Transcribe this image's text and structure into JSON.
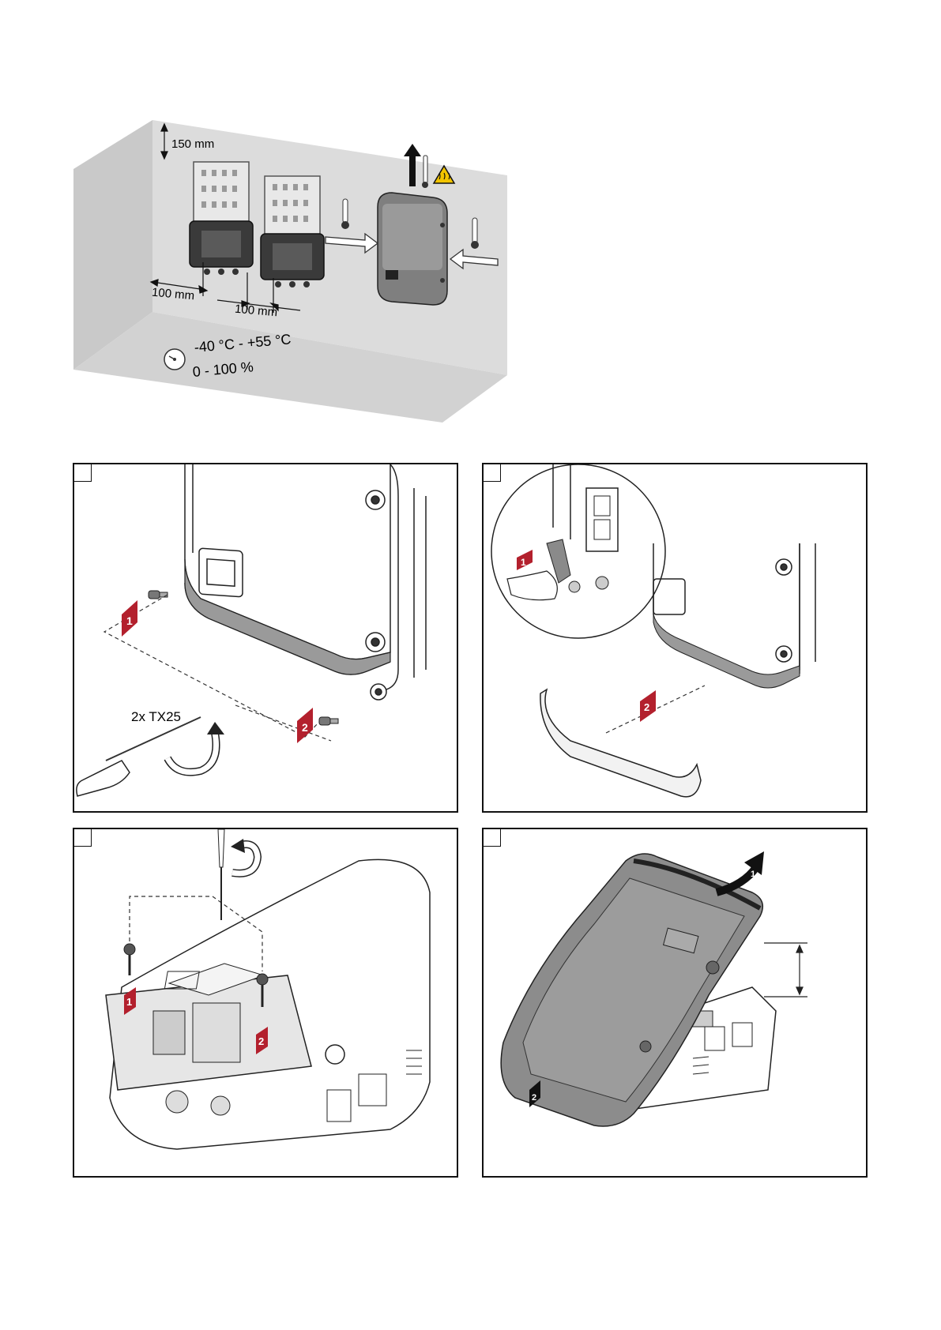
{
  "clearances": {
    "top": "150 mm",
    "side_left": "100 mm",
    "between": "100 mm"
  },
  "environment": {
    "temperature_range": "-40 °C - +55 °C",
    "humidity_range": "0 - 100 %"
  },
  "steps": [
    {
      "tool_label": "2x TX25",
      "markers": [
        "1",
        "2"
      ]
    },
    {
      "markers": [
        "1",
        "2"
      ]
    },
    {
      "markers": [
        "1",
        "2"
      ]
    },
    {
      "markers": [
        "1",
        "2"
      ]
    }
  ],
  "colors": {
    "wall": "#d9d9d9",
    "wall_dark": "#c8c8c8",
    "marker_red": "#b3202d",
    "device_gray": "#8a8a8a",
    "warning_yellow": "#f2c400"
  }
}
